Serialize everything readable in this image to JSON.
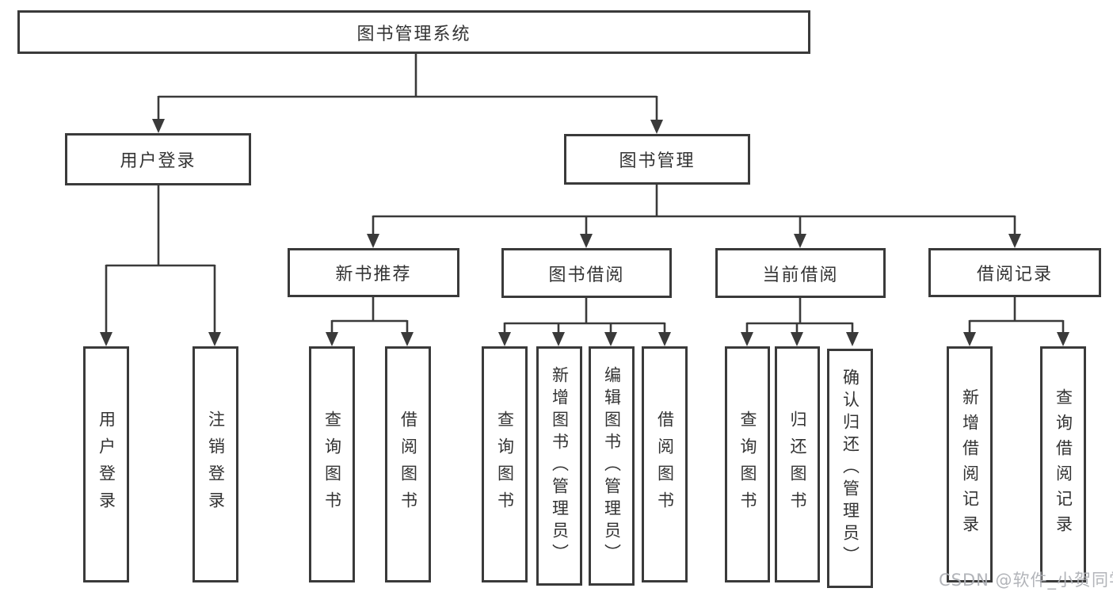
{
  "tree": {
    "root": {
      "label": "图书管理系统"
    },
    "children": [
      {
        "label": "用户登录",
        "children": [
          {
            "label": "用户登录"
          },
          {
            "label": "注销登录"
          }
        ]
      },
      {
        "label": "图书管理",
        "children": [
          {
            "label": "新书推荐",
            "children": [
              {
                "label": "查询图书"
              },
              {
                "label": "借阅图书"
              }
            ]
          },
          {
            "label": "图书借阅",
            "children": [
              {
                "label": "查询图书"
              },
              {
                "label": "新增图书（管理员）"
              },
              {
                "label": "编辑图书（管理员）"
              },
              {
                "label": "借阅图书"
              }
            ]
          },
          {
            "label": "当前借阅",
            "children": [
              {
                "label": "查询图书"
              },
              {
                "label": "归还图书"
              },
              {
                "label": "确认归还（管理员）"
              }
            ]
          },
          {
            "label": "借阅记录",
            "children": [
              {
                "label": "新增借阅记录"
              },
              {
                "label": "查询借阅记录"
              }
            ]
          }
        ]
      }
    ]
  },
  "watermark": "CSDN @软件_小贺同学",
  "colors": {
    "line": "#3a3a3a",
    "text": "#333333",
    "box_background": "#ffffff",
    "page_background": "#ffffff",
    "watermark": "#aeb1b6"
  }
}
